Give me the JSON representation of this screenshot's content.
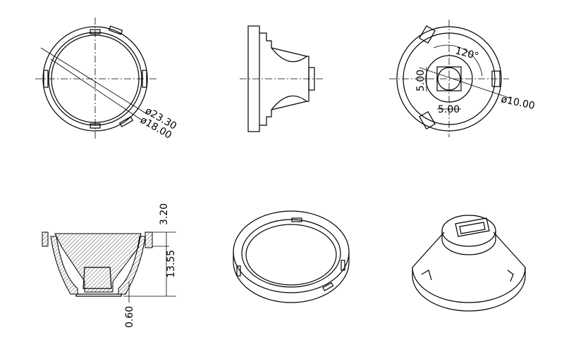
{
  "drawing": {
    "front_view": {
      "outer_diameter": "ø23.30",
      "inner_diameter": "ø18.00"
    },
    "rear_view": {
      "angle": "120°",
      "slot_height": "5.00",
      "slot_width": "5.00",
      "inner_diameter": "ø10.00"
    },
    "section_view": {
      "flange_height": "3.20",
      "total_height": "13.55",
      "base_offset": "0.60"
    }
  }
}
